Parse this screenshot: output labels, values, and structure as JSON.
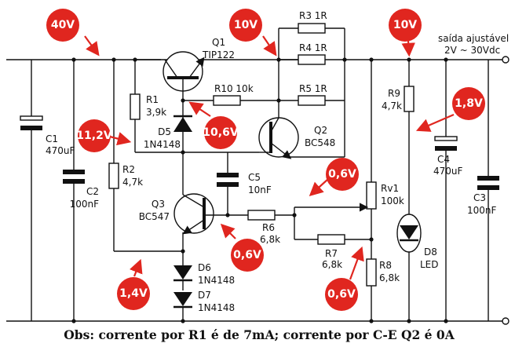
{
  "badges": {
    "v40": "40V",
    "v10_a": "10V",
    "v10_b": "10V",
    "v11_2": "11,2V",
    "v10_6": "10,6V",
    "v1_8": "1,8V",
    "v0_6_a": "0,6V",
    "v0_6_b": "0,6V",
    "v0_6_c": "0,6V",
    "v1_4": "1,4V"
  },
  "components": {
    "q1_name": "Q1",
    "q1_part": "TIP122",
    "q2_name": "Q2",
    "q2_part": "BC548",
    "q3_name": "Q3",
    "q3_part": "BC547",
    "r1_name": "R1",
    "r1_val": "3,9k",
    "r2_name": "R2",
    "r2_val": "4,7k",
    "r3": "R3 1R",
    "r4": "R4 1R",
    "r5": "R5 1R",
    "r10": "R10 10k",
    "r6_name": "R6",
    "r6_val": "6,8k",
    "r7_name": "R7",
    "r7_val": "6,8k",
    "r8_name": "R8",
    "r8_val": "6,8k",
    "r9_name": "R9",
    "r9_val": "4,7k",
    "rv1_name": "Rv1",
    "rv1_val": "100k",
    "c1_name": "C1",
    "c1_val": "470uF",
    "c2_name": "C2",
    "c2_val": "100nF",
    "c3_name": "C3",
    "c3_val": "100nF",
    "c4_name": "C4",
    "c4_val": "470uF",
    "c5_name": "C5",
    "c5_val": "10nF",
    "d5_name": "D5",
    "d5_part": "1N4148",
    "d6_name": "D6",
    "d6_part": "1N4148",
    "d7_name": "D7",
    "d7_part": "1N4148",
    "d8_name": "D8",
    "d8_part": "LED"
  },
  "output": {
    "label": "saída ajustável",
    "range": "2V ~ 30Vdc"
  },
  "note": "Obs: corrente por R1 é de 7mA; corrente por C-E Q2 é 0A",
  "colors": {
    "badge": "#e0261f",
    "wire": "#111111"
  }
}
